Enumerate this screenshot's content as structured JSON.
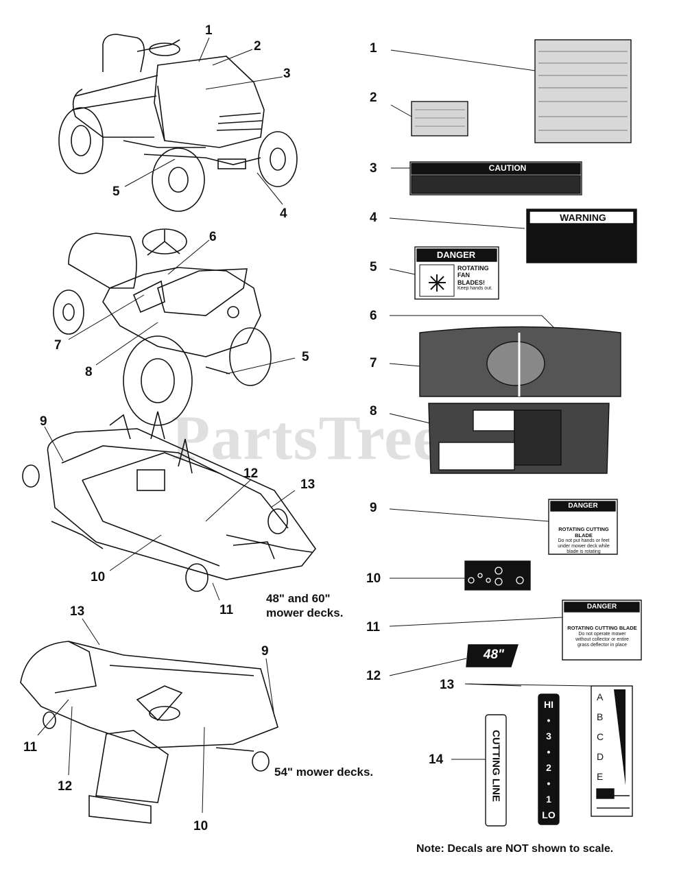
{
  "watermark": "PartsTree",
  "left_callouts": [
    "1",
    "2",
    "3",
    "4",
    "5",
    "6",
    "7",
    "8",
    "5",
    "9",
    "12",
    "13",
    "10",
    "11",
    "13",
    "9",
    "11",
    "12",
    "10"
  ],
  "right_callouts": [
    "1",
    "2",
    "3",
    "4",
    "5",
    "6",
    "7",
    "8",
    "9",
    "10",
    "11",
    "12",
    "13",
    "14"
  ],
  "captions": {
    "deck_48_60_line1": "48\" and 60\"",
    "deck_48_60_line2": "mower decks.",
    "deck_54": "54\" mower decks."
  },
  "decals": {
    "caution": "CAUTION",
    "warning": "WARNING",
    "danger": "DANGER",
    "danger_fan_lines": [
      "ROTATING",
      "FAN",
      "BLADES!",
      "Keep hands out."
    ],
    "danger_blade_9_title": "ROTATING CUTTING BLADE",
    "danger_blade_9_lines": [
      "Do not put hands or feet",
      "under mower deck while",
      "blade is rotating"
    ],
    "danger_blade_11_title": "ROTATING CUTTING BLADE",
    "danger_blade_11_lines": [
      "Do not operate mower",
      "without collector or entire",
      "grass deflector in place"
    ],
    "size_badge": "48\"",
    "height_scale": [
      "HI",
      "•",
      "3",
      "•",
      "2",
      "•",
      "1",
      "LO"
    ],
    "letter_scale": [
      "A",
      "B",
      "C",
      "D",
      "E"
    ],
    "cutting_line": "CUTTING LINE"
  },
  "note": "Note: Decals are NOT shown to scale.",
  "colors": {
    "ink": "#111111",
    "watermark": "#cccccc"
  }
}
